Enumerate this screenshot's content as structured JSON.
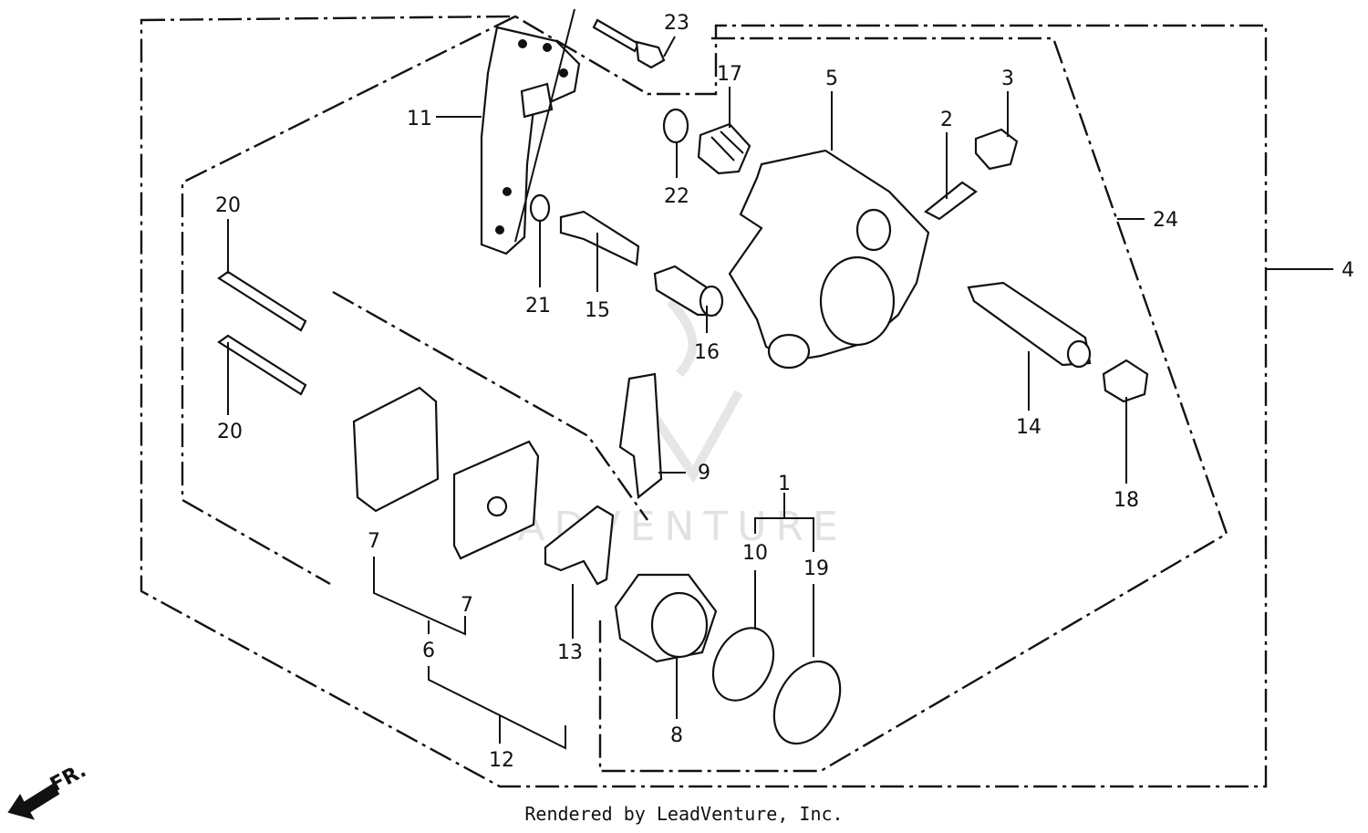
{
  "labels": {
    "p1": "1",
    "p2": "2",
    "p3": "3",
    "p4": "4",
    "p5": "5",
    "p6": "6",
    "p7a": "7",
    "p7b": "7",
    "p8": "8",
    "p9": "9",
    "p10": "10",
    "p11": "11",
    "p12": "12",
    "p13": "13",
    "p14": "14",
    "p15": "15",
    "p16": "16",
    "p17": "17",
    "p18": "18",
    "p19": "19",
    "p20a": "20",
    "p20b": "20",
    "p21": "21",
    "p22": "22",
    "p23": "23",
    "p24": "24"
  },
  "direction_label": "FR.",
  "watermark": "LEADVENTURE",
  "footer": "Rendered by LeadVenture, Inc."
}
